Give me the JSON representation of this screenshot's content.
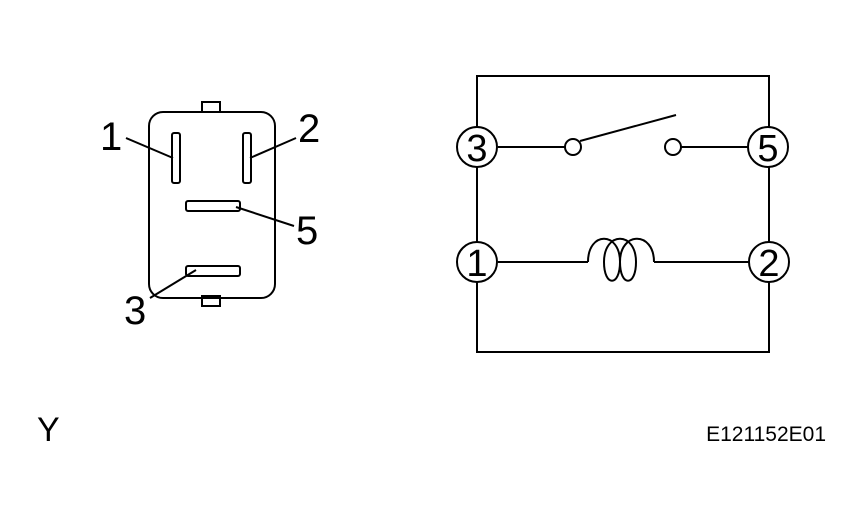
{
  "connector": {
    "pins": [
      "1",
      "2",
      "5",
      "3"
    ]
  },
  "circuit": {
    "terminals": [
      "3",
      "5",
      "1",
      "2"
    ]
  },
  "view_label": "Y",
  "figure_id": "E121152E01"
}
